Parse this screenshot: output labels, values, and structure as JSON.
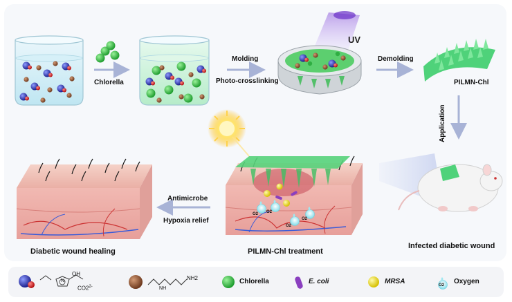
{
  "steps": {
    "chlorella_arrow": "Chlorella",
    "molding": "Molding",
    "photo_crosslinking": "Photo-crosslinking",
    "uv": "UV",
    "demolding": "Demolding",
    "patch": "PILMN-Chl",
    "application": "Application",
    "infected_wound": "Infected  diabetic wound",
    "treatment": "PILMN-Chl treatment",
    "antimicrobe": "Antimicrobe",
    "hypoxia_relief": "Hypoxia relief",
    "healing": "Diabetic wound healing"
  },
  "oxygen_symbol": "O2",
  "legend": {
    "ionic_monomer_formula": "CO2",
    "ionic_monomer_charge": "2-",
    "oh_group": "OH",
    "nh2_group": "NH2",
    "n_atom": "N",
    "n_plus_atom": "N",
    "h_atom": "H",
    "chlorella": "Chlorella",
    "e_coli": "E. coli",
    "mrsa": "MRSA",
    "oxygen": "Oxygen"
  },
  "colors": {
    "chlorella": "#3dbf3d",
    "microneedle": "#57d77a",
    "ionic_monomer": "#2a2fa8",
    "ionic_counter": "#d61c1c",
    "amide_monomer": "#8a4a2a",
    "mrsa": "#e8d400",
    "e_coli": "#8a3fbf",
    "oxygen": "#8fe6ef",
    "skin": "#f2b7b0",
    "arrow": "#a8b3d6"
  }
}
